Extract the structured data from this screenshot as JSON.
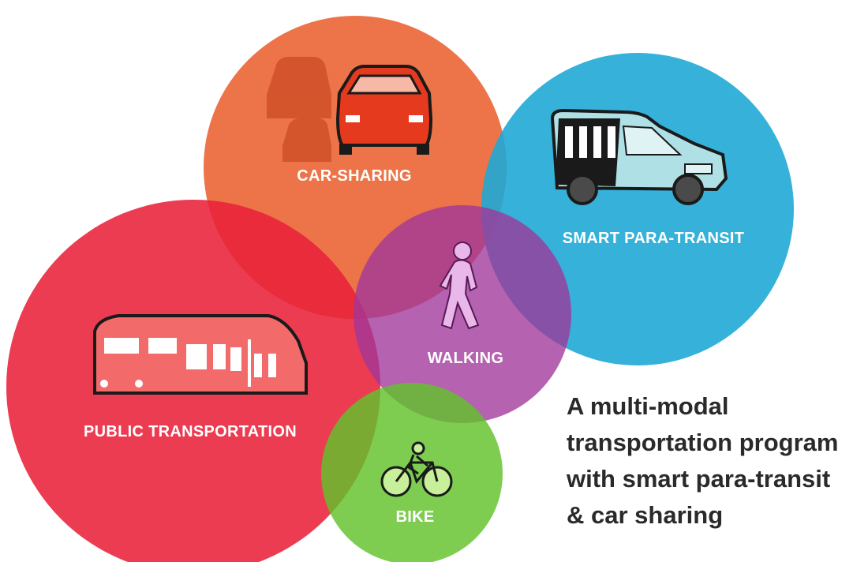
{
  "diagram": {
    "circles": [
      {
        "id": "car-sharing",
        "label": "CAR-SHARING",
        "color": "#eb6d3e"
      },
      {
        "id": "smart-para-transit",
        "label": "SMART PARA-TRANSIT",
        "color": "#1fa8d6"
      },
      {
        "id": "public-transportation",
        "label": "PUBLIC TRANSPORTATION",
        "color": "#e8213a"
      },
      {
        "id": "walking",
        "label": "WALKING",
        "color": "#a0369a"
      },
      {
        "id": "bike",
        "label": "BIKE",
        "color": "#62c22b"
      }
    ],
    "caption": [
      "A multi-modal",
      "transportation program",
      "with smart para-transit",
      "& car sharing"
    ]
  }
}
